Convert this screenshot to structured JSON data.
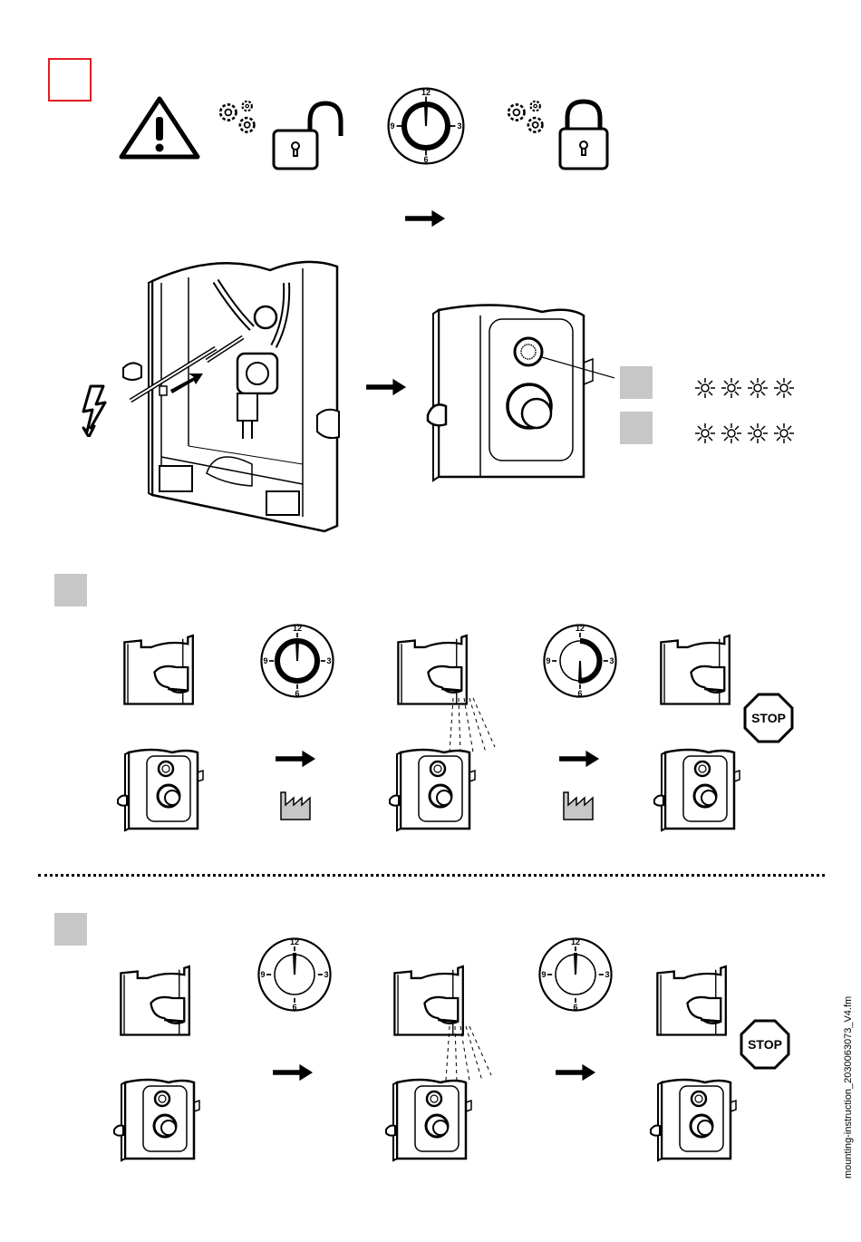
{
  "document": {
    "footer_file": "mounting-instruction_2030063073_V4.fm",
    "stop_label": "STOP",
    "dial": {
      "n12": "12",
      "n3": "3",
      "n6": "6",
      "n9": "9"
    }
  },
  "colors": {
    "frame": "#e31b23",
    "marker": "#c7c7c7",
    "ink": "#000000"
  },
  "icons": [
    "warning-icon",
    "gears-icon",
    "unlocked-padlock-icon",
    "dial-icon",
    "locked-padlock-icon",
    "arrow-right-icon",
    "lightning-icon",
    "led-blink-icon",
    "factory-icon",
    "stop-sign-icon",
    "water-spray-icon"
  ]
}
